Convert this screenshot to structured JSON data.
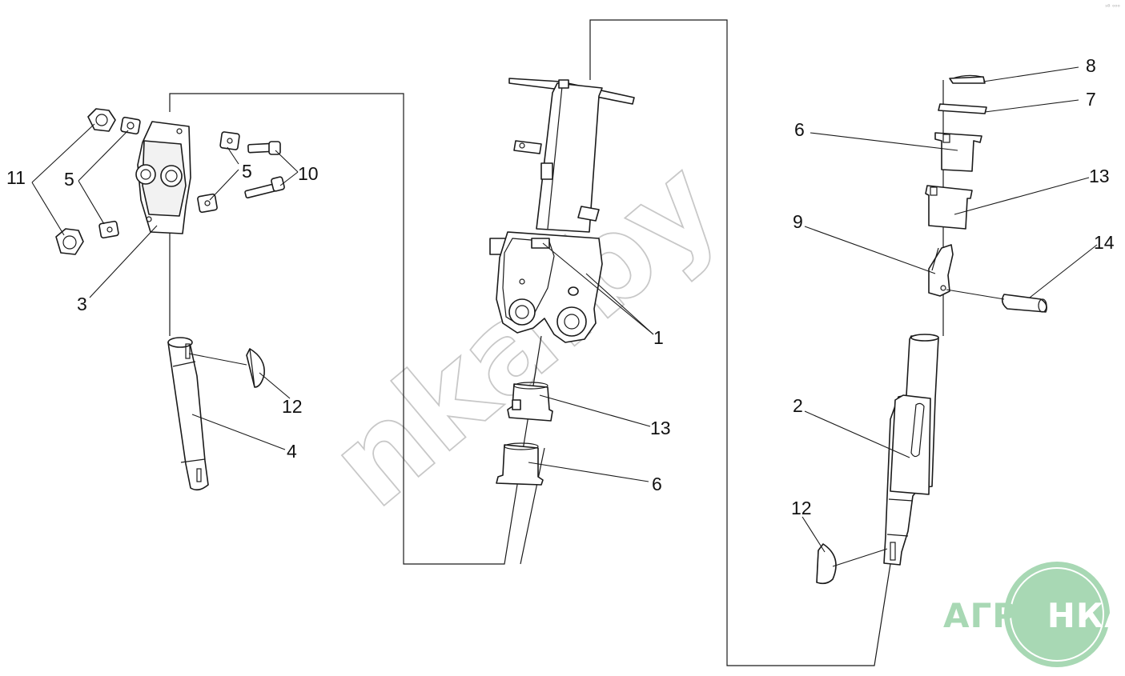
{
  "watermark": "nka.by",
  "logo": {
    "text": "АГРОНКА",
    "color": "#a8d8b4"
  },
  "corner_mark": "ˢᴮ ᵒᵒᵒ",
  "callouts": {
    "c1": "1",
    "c2": "2",
    "c3": "3",
    "c4": "4",
    "c5a": "5",
    "c5b": "5",
    "c6a": "6",
    "c6b": "6",
    "c7": "7",
    "c8": "8",
    "c9": "9",
    "c10": "10",
    "c11": "11",
    "c12a": "12",
    "c12b": "12",
    "c13a": "13",
    "c13b": "13",
    "c14": "14"
  }
}
